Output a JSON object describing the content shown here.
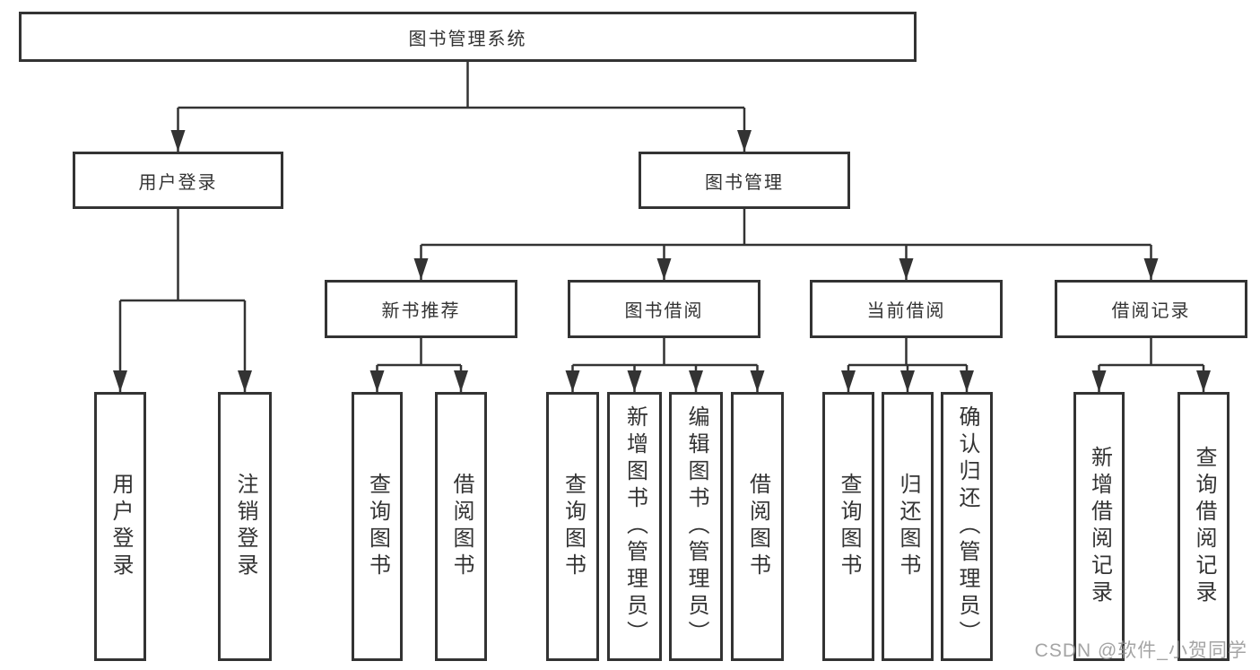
{
  "tree": {
    "root": {
      "label": "图书管理系统",
      "children": [
        {
          "label": "用户登录",
          "children": [
            {
              "label": "用户登录"
            },
            {
              "label": "注销登录"
            }
          ]
        },
        {
          "label": "图书管理",
          "children": [
            {
              "label": "新书推荐",
              "children": [
                {
                  "label": "查询图书"
                },
                {
                  "label": "借阅图书"
                }
              ]
            },
            {
              "label": "图书借阅",
              "children": [
                {
                  "label": "查询图书"
                },
                {
                  "label": "新增图书（管理员）"
                },
                {
                  "label": "编辑图书（管理员）"
                },
                {
                  "label": "借阅图书"
                }
              ]
            },
            {
              "label": "当前借阅",
              "children": [
                {
                  "label": "查询图书"
                },
                {
                  "label": "归还图书"
                },
                {
                  "label": "确认归还（管理员）"
                }
              ]
            },
            {
              "label": "借阅记录",
              "children": [
                {
                  "label": "新增借阅记录"
                },
                {
                  "label": "查询借阅记录"
                }
              ]
            }
          ]
        }
      ]
    }
  },
  "watermark": {
    "text": "CSDN @软件_小贺同学"
  },
  "colors": {
    "line": "#333333",
    "box_border": "#333333",
    "text": "#333333",
    "watermark_gray": "#949494",
    "background": "#ffffff"
  }
}
